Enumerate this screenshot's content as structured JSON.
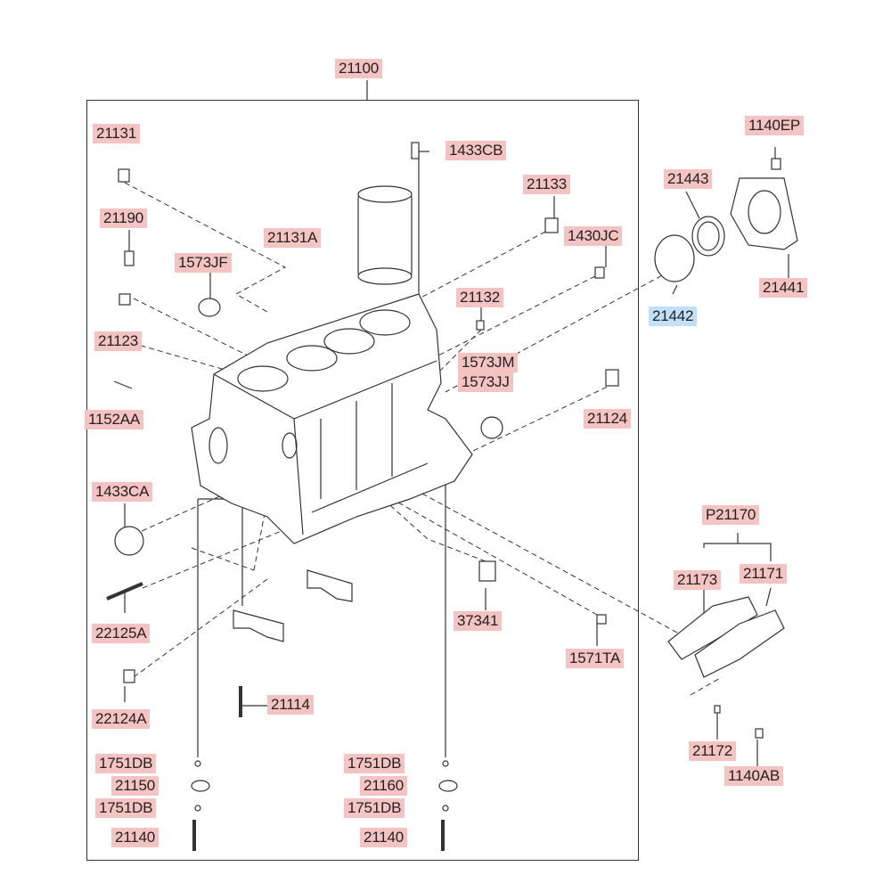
{
  "diagram": {
    "labels": {
      "top": "21100",
      "l21131": "21131",
      "l1433CB": "1433CB",
      "l21133": "21133",
      "l21190": "21190",
      "l21131A": "21131A",
      "l1573JF": "1573JF",
      "l1430JC": "1430JC",
      "l21132": "21132",
      "l21123": "21123",
      "l1573JM": "1573JM",
      "l1573JJ": "1573JJ",
      "l1152AA": "1152AA",
      "l21124": "21124",
      "l1433CA": "1433CA",
      "l22125A": "22125A",
      "l37341": "37341",
      "l1571TA": "1571TA",
      "l22124A": "22124A",
      "l21114": "21114",
      "l1751DB_a": "1751DB",
      "l21150": "21150",
      "l1751DB_b": "1751DB",
      "l21140_a": "21140",
      "l1751DB_c": "1751DB",
      "l21160": "21160",
      "l1751DB_d": "1751DB",
      "l21140_b": "21140",
      "l1140EP": "1140EP",
      "l21443": "21443",
      "l21441": "21441",
      "l21442": "21442",
      "lP21170": "P21170",
      "l21173": "21173",
      "l21171": "21171",
      "l21172": "21172",
      "l1140AB": "1140AB"
    },
    "colors": {
      "label_bg": "#f6c3c3",
      "selected_bg": "#bfe0f8",
      "line": "#333333"
    }
  }
}
